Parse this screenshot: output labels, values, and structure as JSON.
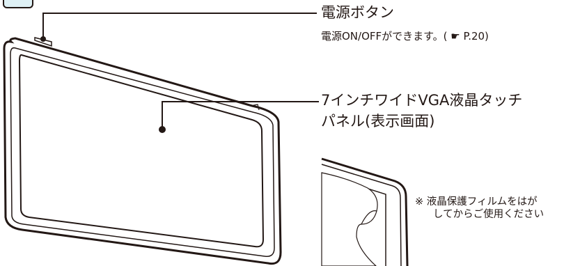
{
  "callouts": {
    "power_button": {
      "title": "電源ボタン",
      "description": "電源ON/OFFができます。( ☛ P.20)"
    },
    "touch_panel": {
      "title_line1": "7インチワイドVGA液晶タッチ",
      "title_line2": "パネル(表示画面)"
    },
    "protective_film_note": {
      "line1": "※ 液晶保護フィルムをはが",
      "line2": "してからご使用ください"
    }
  },
  "colors": {
    "line": "#231815",
    "device_body": "#ffffff",
    "screen_fill": "#ffffff"
  },
  "icons": {
    "page_reference": "pointing-hand-icon"
  }
}
